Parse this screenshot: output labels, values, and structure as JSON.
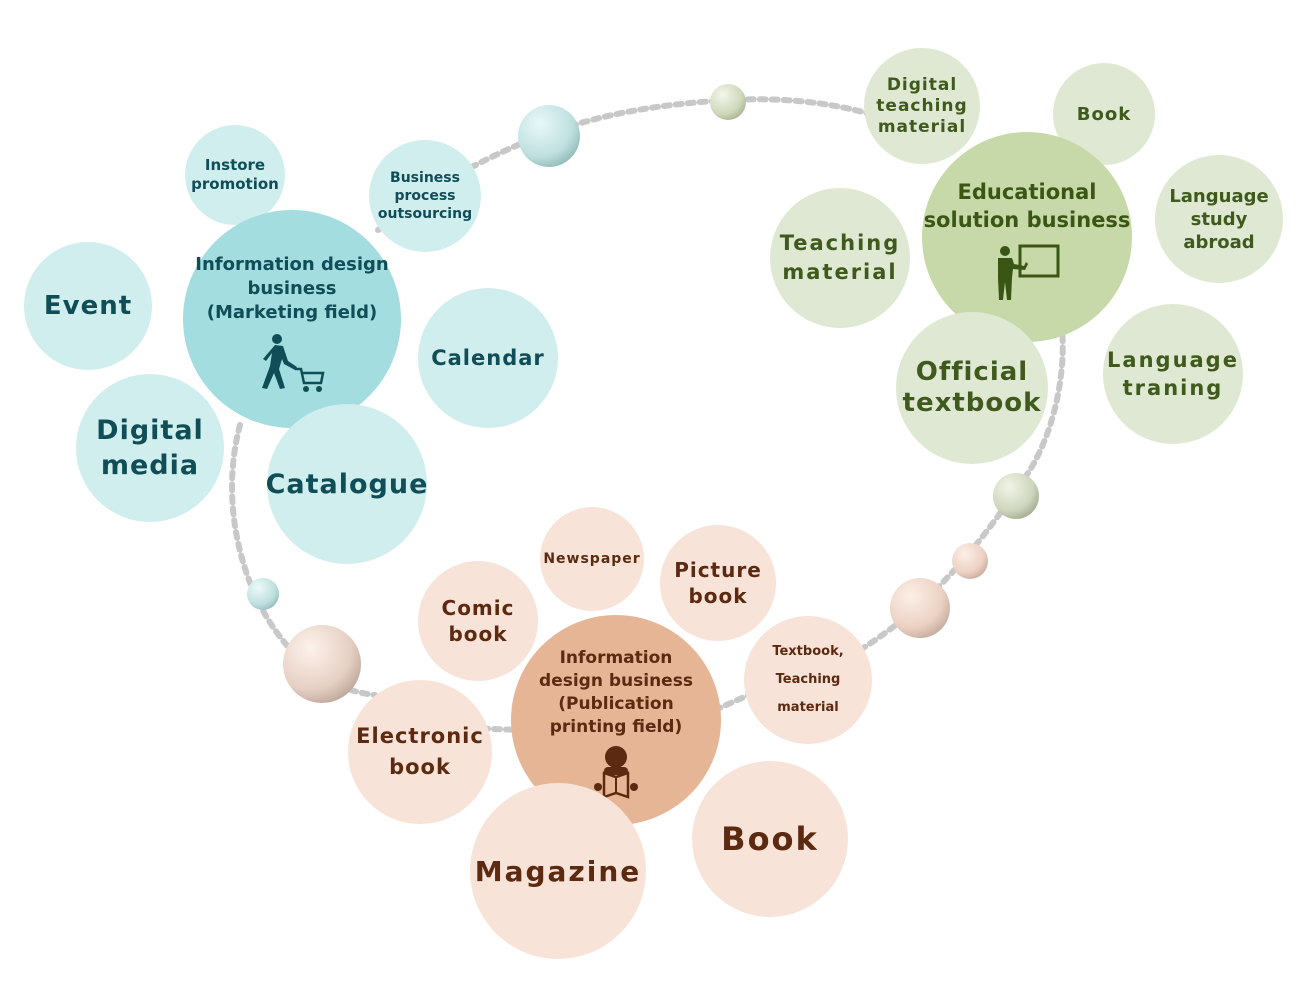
{
  "clusters": {
    "marketing": {
      "hub_label": "Information design\nbusiness\n(Marketing field)",
      "items": {
        "instore_promotion": "Instore\npromotion",
        "business_process": "Business\nprocess\noutsourcing",
        "event": "Event",
        "calendar": "Calendar",
        "digital_media": "Digital\nmedia",
        "catalogue": "Catalogue"
      }
    },
    "education": {
      "hub_label": "Educational\nsolution business",
      "items": {
        "digital_teaching": "Digital\nteaching\nmaterial",
        "book": "Book",
        "language_study": "Language\nstudy\nabroad",
        "teaching_material": "Teaching\nmaterial",
        "official_textbook": "Official\ntextbook",
        "language_training": "Language\ntraning"
      }
    },
    "publication": {
      "hub_label": "Information\ndesign business\n(Publication\nprinting field)",
      "items": {
        "newspaper": "Newspaper",
        "comic_book": "Comic\nbook",
        "picture_book": "Picture\nbook",
        "textbook_teaching": "Textbook,\nTeaching material",
        "electronic_book": "Electronic\nbook",
        "magazine": "Magazine",
        "book": "Book"
      }
    }
  },
  "icons": {
    "marketing_hub": "shopper-with-cart-icon",
    "education_hub": "teacher-at-board-icon",
    "publication_hub": "person-reading-icon"
  },
  "colors": {
    "teal_light": "#d0eeee",
    "teal_hub": "#a4dde0",
    "teal_text": "#0f4d57",
    "green_light": "#dfe8d3",
    "green_hub": "#c7d9a8",
    "green_text": "#3f5a1c",
    "peach_light": "#f8e3d9",
    "peach_hub": "#e6b596",
    "peach_text": "#5b2a10",
    "connector": "#c8c8c8"
  }
}
